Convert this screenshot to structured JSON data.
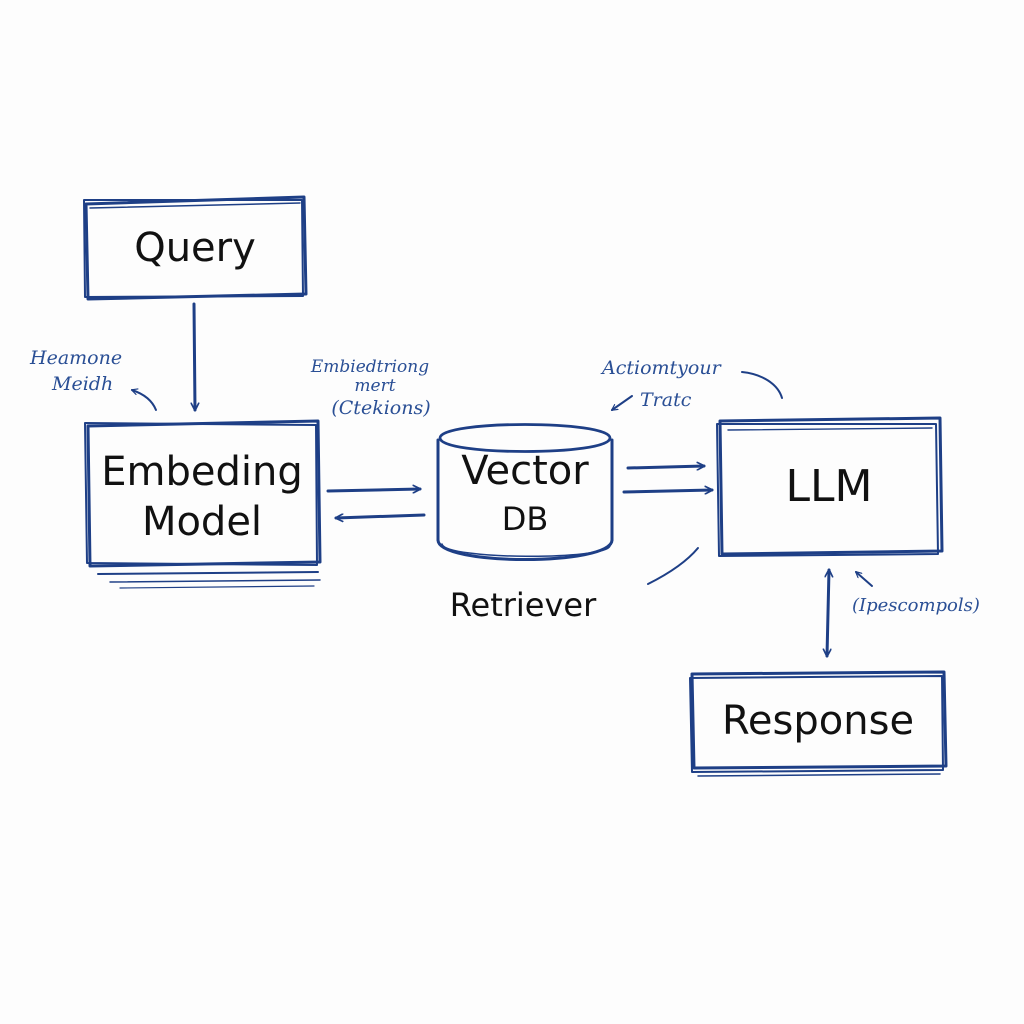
{
  "colors": {
    "ink": "#1e3f86",
    "text": "#111111",
    "note": "#2a4f95",
    "paper": "#fdfdfd"
  },
  "nodes": {
    "query": "Query",
    "embedding_line1": "Embeding",
    "embedding_line2": "Model",
    "vector_line1": "Vector",
    "vector_line2": "DB",
    "retriever": "Retriever",
    "llm": "LLM",
    "response": "Response"
  },
  "annotations": {
    "left_line1": "Heamone",
    "left_line2": "Meidh",
    "middle_line1": "Embiedtriong",
    "middle_line2": "mert",
    "middle_line3": "(Ctekions)",
    "right_line1": "Actiomtyour",
    "right_line2": "Tratc",
    "bottom_right": "(Ipescompols)"
  }
}
